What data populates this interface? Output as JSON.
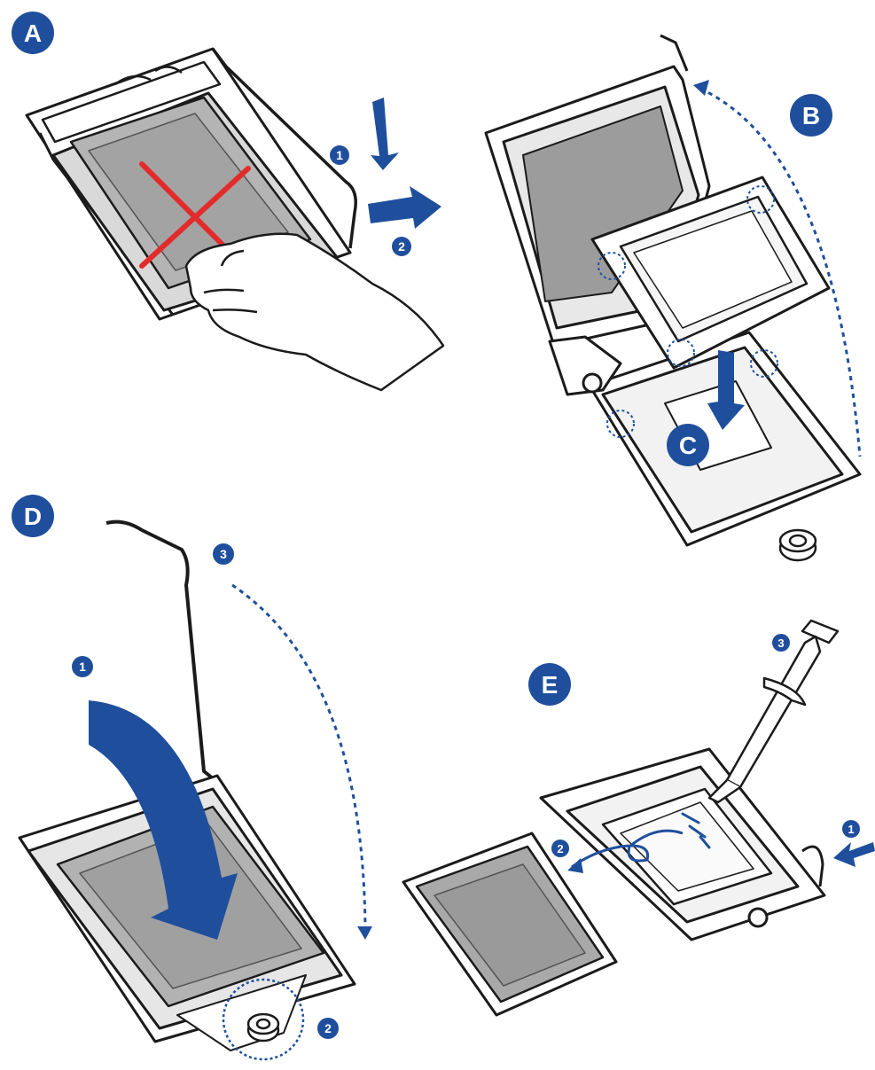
{
  "colors": {
    "accent_blue": "#1f4f9c",
    "warning_red": "#e32b2b",
    "plate_gray": "#a9a9a9",
    "line": "#1b1b1b"
  },
  "panels": {
    "a": {
      "label": "A",
      "step1": "1",
      "step2": "2"
    },
    "b": {
      "label": "B"
    },
    "c": {
      "label": "C"
    },
    "d": {
      "label": "D",
      "step1": "1",
      "step2": "2",
      "step3": "3"
    },
    "e": {
      "label": "E",
      "step1": "1",
      "step2": "2",
      "step3": "3"
    }
  }
}
